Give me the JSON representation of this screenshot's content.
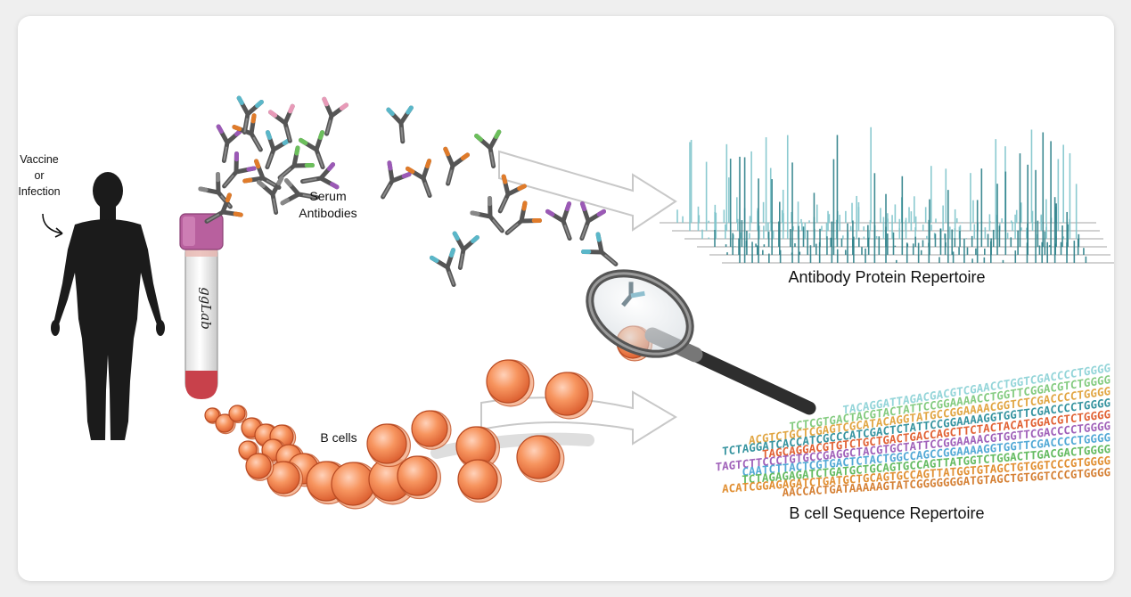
{
  "labels": {
    "trigger_line1": "Vaccine",
    "trigger_line2": "or",
    "trigger_line3": "Infection",
    "serum_line1": "Serum",
    "serum_line2": "Antibodies",
    "bcells": "B cells",
    "protein_repertoire": "Antibody Protein Repertoire",
    "sequence_repertoire": "B cell Sequence Repertoire",
    "tube_writing": "ggLab"
  },
  "sequences": [
    "TACAGGATTAGACGACGTCGAACCTGGTCGACCCCTGGGG",
    "TCTCGTGACTACGTACTATTCCGGAAAACCTGGTTCGGACGTCTGGGG",
    "ACGTCTGCTCGAGTCGCATACAGGTATGCCGGAAAACGGTCTCGACCCCTGGGG",
    "TCTAGGATCACCATCGCCCATCGACTCTATTCCGGAAAAGGTGGTTCGACCCCTGGGG",
    "TAGCAGGACGTGTCTGCTGACTGACCAGCTTCTACTACATGGACGTCTGGGG",
    "TAGTCTTCCCTGTGCCGAGGCTACGTGCTATTCCGGAAAACGTGGTTCGACCCCTGGGG",
    "CAATCTTACTCGTGACTCTACTGGCCAGCCGGAAAAGGTGGTTCGACCCCTGGGG",
    "TCTAGAGAGATCTGATGCTGCAGTGCCAGTTATGGTCTGGACTTGACGACTGGGG",
    "ACATCGGAGAGATCTGATGCTGCAGTGCCAGTTATGGTGTAGCTGTGGTCCCGTGGGG",
    "AACCACTGATAAAAAGTATCGGGGGGGATGTAGCTGTGGTCCCGTGGGG"
  ],
  "colors": {
    "antibody_gray": "#5a5a5a",
    "teal": "#2e8f95",
    "cell_orange": "#f0845a",
    "tube_cap": "#b8609e"
  },
  "icons": [
    "human-silhouette-icon",
    "blood-tube-icon",
    "magnifying-glass-icon",
    "antibody-icon",
    "b-cell-icon",
    "arrow-icon"
  ]
}
